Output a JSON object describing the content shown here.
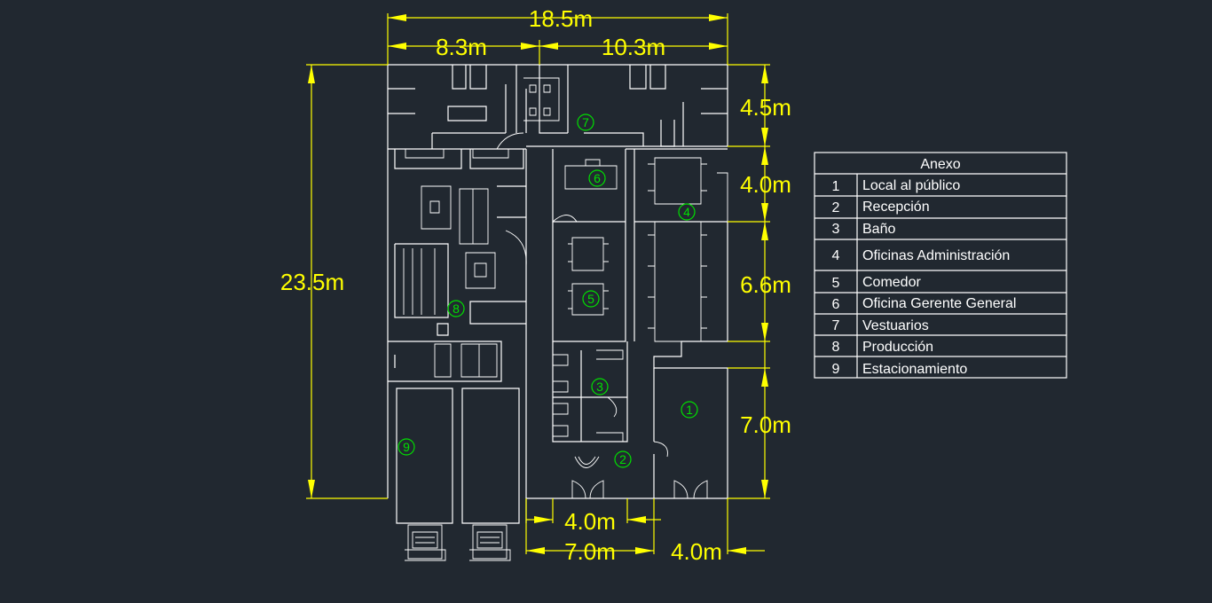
{
  "dimensions": {
    "total_width": "18.5m",
    "left_width": "8.3m",
    "right_width": "10.3m",
    "total_height": "23.5m",
    "h1": "4.5m",
    "h2": "4.0m",
    "h3": "6.6m",
    "h4": "7.0m",
    "bottom_door_gap": "4.0m",
    "bottom_mid": "7.0m",
    "bottom_right": "4.0m"
  },
  "markers": [
    "1",
    "2",
    "3",
    "4",
    "5",
    "6",
    "7",
    "8",
    "9"
  ],
  "legend": {
    "title": "Anexo",
    "rows": [
      {
        "num": "1",
        "label": "Local al público"
      },
      {
        "num": "2",
        "label": "Recepción"
      },
      {
        "num": "3",
        "label": "Baño"
      },
      {
        "num": "4",
        "label": "Oficinas Administración"
      },
      {
        "num": "5",
        "label": "Comedor"
      },
      {
        "num": "6",
        "label": "Oficina Gerente General"
      },
      {
        "num": "7",
        "label": "Vestuarios"
      },
      {
        "num": "8",
        "label": "Producción"
      },
      {
        "num": "9",
        "label": "Estacionamiento"
      }
    ]
  },
  "colors": {
    "background": "#212830",
    "walls": "#ffffff",
    "dimensions": "#ffff00",
    "markers": "#00e000"
  }
}
